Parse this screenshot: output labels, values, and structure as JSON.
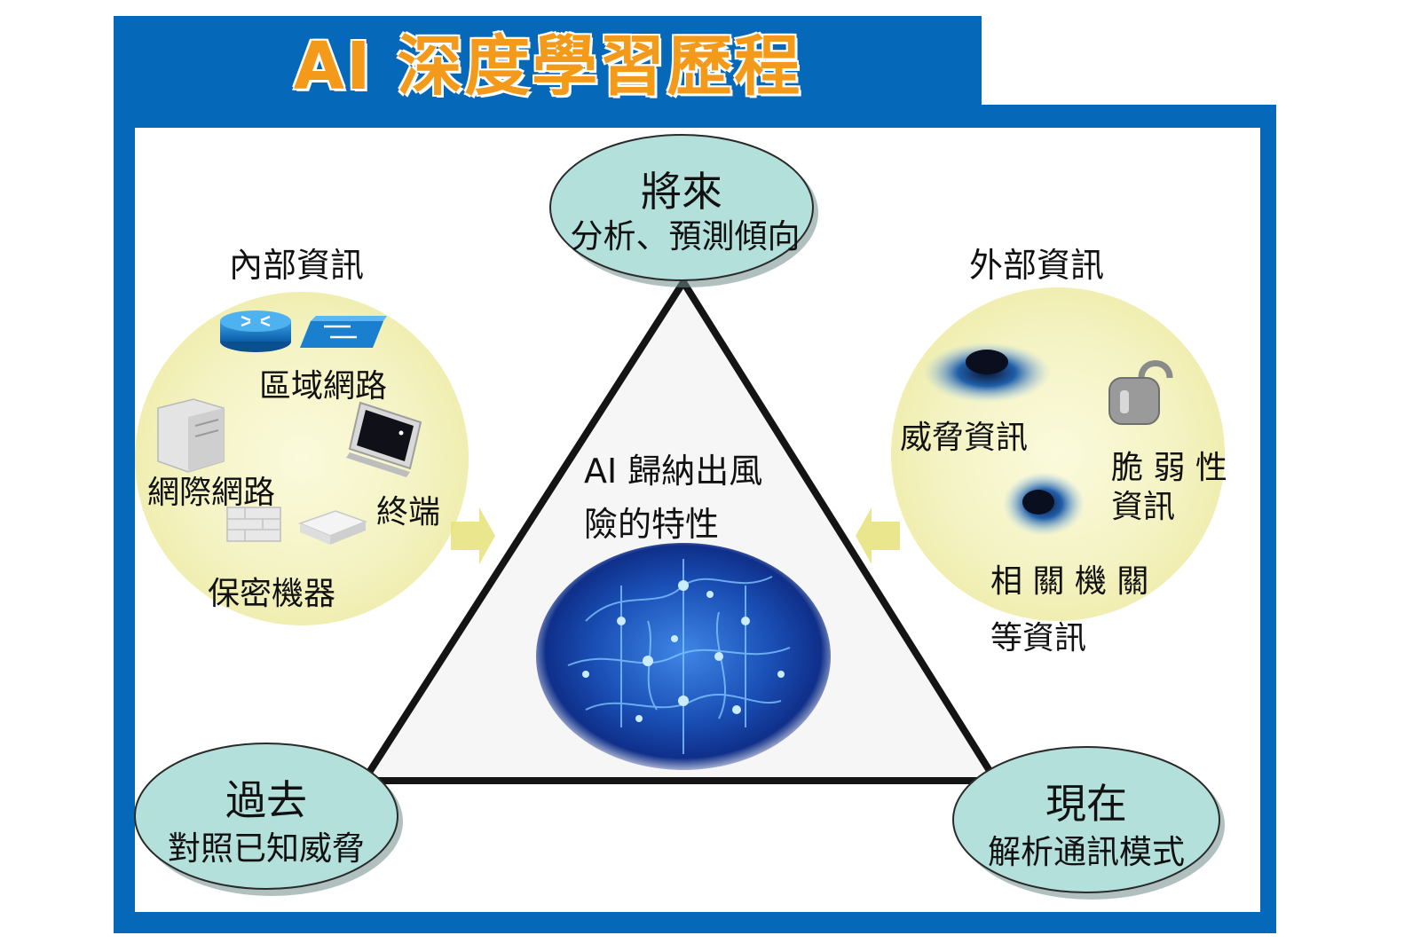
{
  "title": "AI 深度學習歷程",
  "nodes": {
    "future": {
      "title": "將來",
      "subtitle": "分析、預測傾向"
    },
    "past": {
      "title": "過去",
      "subtitle": "對照已知威脅"
    },
    "present": {
      "title": "現在",
      "subtitle": "解析通訊模式"
    }
  },
  "center_text": {
    "line1": "AI 歸納出風",
    "line2": "險的特性"
  },
  "internal": {
    "heading": "內部資訊",
    "items": {
      "lan": "區域網路",
      "internet": "網際網路",
      "terminal": "終端",
      "secure": "保密機器"
    }
  },
  "external": {
    "heading": "外部資訊",
    "items": {
      "threat": "威脅資訊",
      "vuln_line1": "脆 弱 性",
      "vuln_line2": "資訊",
      "agency_line1": "相 關 機 關",
      "agency_line2": "等資訊"
    }
  },
  "colors": {
    "brand_blue": "#0668b8",
    "title_orange": "#f39a1b",
    "node_fill": "#b4e0dc",
    "bubble_fill": "#f4f3c4",
    "brain_blue": "#1a4fb5"
  },
  "icons": [
    "router-icon",
    "switch-icon",
    "server-icon",
    "monitor-icon",
    "firewall-icon",
    "appliance-icon",
    "eye-icon",
    "padlock-icon",
    "arrow-icon",
    "brain-circuit-icon"
  ]
}
